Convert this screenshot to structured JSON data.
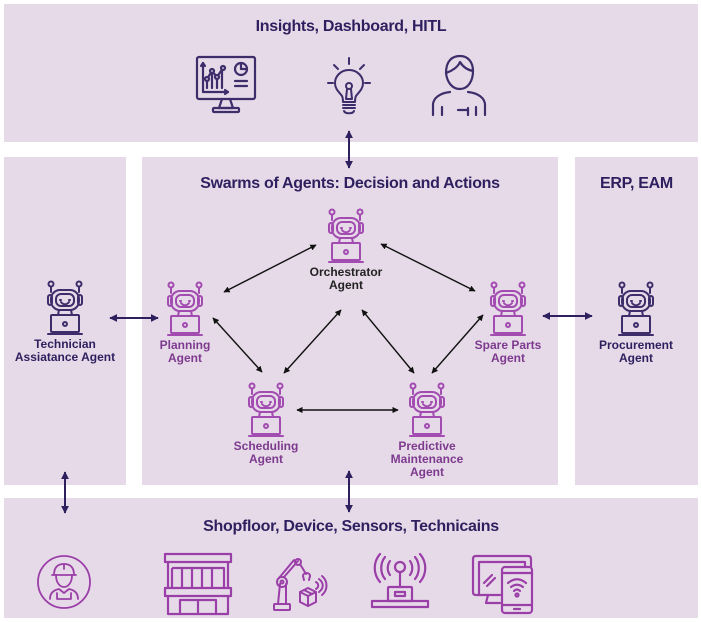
{
  "colors": {
    "panel_bg": "#e6dae8",
    "title_text": "#2e1f5e",
    "agent_magenta": "#a24bb0",
    "agent_navy": "#3d2e6b",
    "arrow_navy": "#2e1f5e",
    "arrow_black": "#111111",
    "device_magenta": "#9b3fa8"
  },
  "panels": {
    "insights": {
      "title": "Insights, Dashboard, HITL",
      "icons": [
        "dashboard-monitor-icon",
        "lightbulb-icon",
        "person-icon"
      ]
    },
    "technician": {
      "agent_label_line1": "Technician",
      "agent_label_line2": "Assiatance Agent"
    },
    "swarm": {
      "title": "Swarms of Agents: Decision and Actions",
      "agents": {
        "orchestrator": {
          "line1": "Orchestrator",
          "line2": "Agent"
        },
        "planning": {
          "line1": "Planning",
          "line2": "Agent"
        },
        "spare_parts": {
          "line1": "Spare Parts",
          "line2": "Agent"
        },
        "scheduling": {
          "line1": "Scheduling",
          "line2": "Agent"
        },
        "predictive": {
          "line1": "Predictive",
          "line2": "Maintenance",
          "line3": "Agent"
        }
      }
    },
    "erp": {
      "title": "ERP, EAM",
      "agent_label_line1": "Procurement",
      "agent_label_line2": "Agent"
    },
    "shopfloor": {
      "title": "Shopfloor, Device, Sensors, Technicains",
      "icons": [
        "technician-helmet-icon",
        "factory-building-icon",
        "robotic-arm-icon",
        "antenna-sensor-icon",
        "monitor-phone-wifi-icon"
      ]
    }
  },
  "connections": [
    {
      "from": "insights",
      "to": "swarm",
      "style": "bidirectional"
    },
    {
      "from": "technician-agent",
      "to": "planning-agent",
      "style": "bidirectional"
    },
    {
      "from": "spare-parts-agent",
      "to": "procurement-agent",
      "style": "bidirectional"
    },
    {
      "from": "technician",
      "to": "shopfloor",
      "style": "bidirectional"
    },
    {
      "from": "swarm",
      "to": "shopfloor",
      "style": "bidirectional"
    },
    {
      "from": "orchestrator-agent",
      "to": "planning-agent",
      "style": "bidirectional"
    },
    {
      "from": "orchestrator-agent",
      "to": "spare-parts-agent",
      "style": "bidirectional"
    },
    {
      "from": "orchestrator-agent",
      "to": "scheduling-agent",
      "style": "bidirectional"
    },
    {
      "from": "orchestrator-agent",
      "to": "predictive-agent",
      "style": "bidirectional"
    },
    {
      "from": "planning-agent",
      "to": "scheduling-agent",
      "style": "bidirectional"
    },
    {
      "from": "spare-parts-agent",
      "to": "predictive-agent",
      "style": "bidirectional"
    },
    {
      "from": "scheduling-agent",
      "to": "predictive-agent",
      "style": "bidirectional"
    }
  ]
}
